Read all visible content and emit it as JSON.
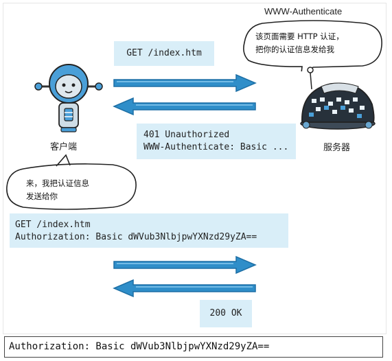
{
  "server_title": "WWW-Authenticate",
  "client_label": "客户端",
  "server_label": "服务器",
  "server_bubble": {
    "line1": "该页面需要 HTTP 认证，",
    "line2": "把你的认证信息发给我"
  },
  "client_bubble": {
    "line1": "来，我把认证信息",
    "line2": "发送给你"
  },
  "messages": {
    "request1": "GET /index.htm",
    "response1_line1": "401 Unauthorized",
    "response1_line2": "WWW-Authenticate: Basic ...",
    "request2_line1": "GET /index.htm",
    "request2_line2": "Authorization: Basic dWVub3NlbjpwYXNzd29yZA==",
    "response2": "200 OK"
  },
  "footer": "Authorization: Basic dWVub3NlbjpwYXNzd29yZA==",
  "colors": {
    "arrow": "#2f8ec9",
    "arrow_dark": "#1d6fa5",
    "box": "#d9eef8",
    "robot": "#4a9fd8"
  }
}
